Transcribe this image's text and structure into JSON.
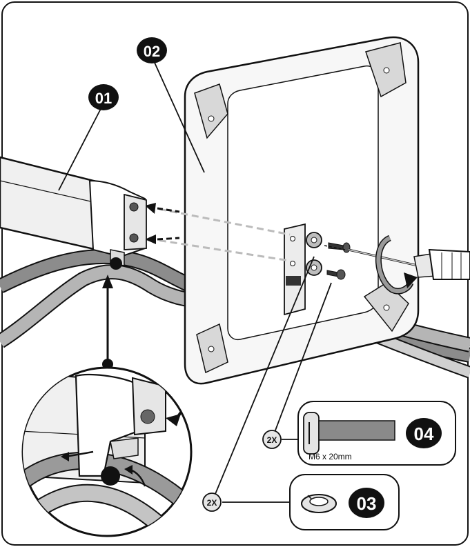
{
  "callouts": {
    "part_01": "01",
    "part_02": "02",
    "part_03": "03",
    "part_04": "04"
  },
  "quantities": {
    "washer_qty": "2X",
    "screw_qty": "2X"
  },
  "parts": {
    "screw_spec": "M6 x 20mm"
  },
  "colors": {
    "outline": "#111111",
    "light_fill": "#f4f4f4",
    "mid_gray": "#bdbdbd",
    "dark_gray": "#777777",
    "badge": "#111111"
  },
  "icons": {
    "screwdriver": "screwdriver-icon",
    "rotation": "rotation-arrow-icon",
    "washer": "lock-washer-icon",
    "screw": "machine-screw-icon"
  }
}
